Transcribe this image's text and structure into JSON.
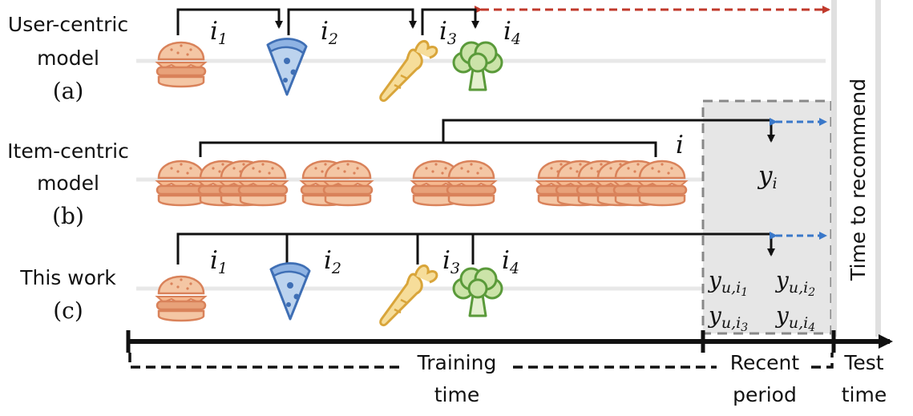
{
  "rows": {
    "a": {
      "label_line1": "User-centric",
      "label_line2": "model",
      "tag": "(a)"
    },
    "b": {
      "label_line1": "Item-centric",
      "label_line2": "model",
      "tag": "(b)"
    },
    "c": {
      "label_line1": "This work",
      "tag": "(c)"
    }
  },
  "math": {
    "i": "i",
    "sub1": "1",
    "sub2": "2",
    "sub3": "3",
    "sub4": "4",
    "y": "y",
    "y_i_sub": "i",
    "y_u_sub": "u,i"
  },
  "timeline": {
    "training": "Training",
    "training2": "time",
    "recent": "Recent",
    "recent2": "period",
    "test": "Test",
    "test2": "time"
  },
  "vertical_label": "Time to recommend",
  "colors": {
    "burger_bun": "#f4c6a4",
    "burger_stroke": "#d9825a",
    "burger_patty": "#e8a27a",
    "pizza": "#bcd3ee",
    "pizza_stroke": "#3f6fb5",
    "carrot": "#f6dd9a",
    "carrot_stroke": "#d9a53a",
    "broccoli": "#cbe3a8",
    "broccoli_stroke": "#5a9a3a",
    "red_arrow": "#c0392b",
    "blue_arrow": "#3a78c9",
    "shade": "#e6e6e6"
  },
  "icons": [
    "burger-icon",
    "pizza-icon",
    "carrot-icon",
    "broccoli-icon"
  ]
}
